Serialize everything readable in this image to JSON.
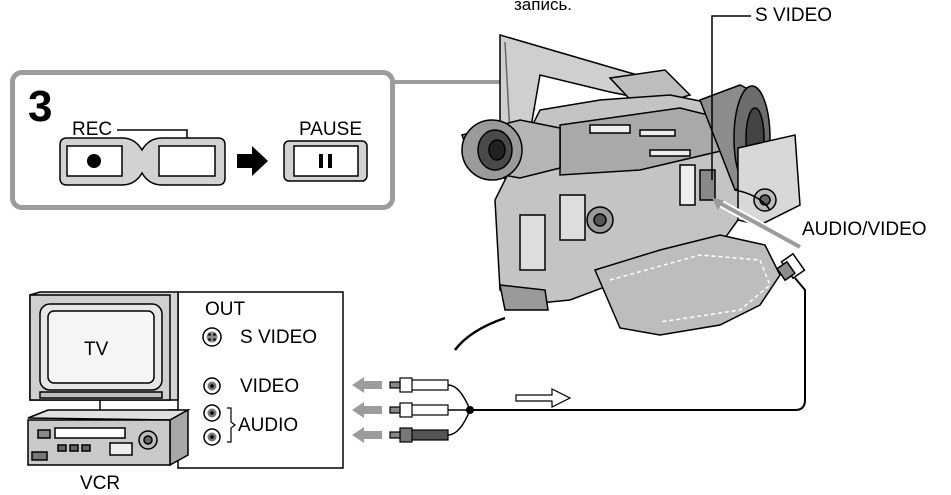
{
  "top_caption": "запись.",
  "step": {
    "number": "3",
    "rec_label": "REC",
    "pause_label": "PAUSE"
  },
  "connectors": {
    "s_video": "S VIDEO",
    "audio_video": "AUDIO/VIDEO"
  },
  "out_panel": {
    "title": "OUT",
    "s_video": "S VIDEO",
    "video": "VIDEO",
    "audio": "AUDIO"
  },
  "tv_label": "TV",
  "vcr_label": "VCR",
  "icons": [
    "record-dot-icon",
    "pause-icon",
    "arrow-right-icon",
    "s-video-jack-icon",
    "rca-jack-icon",
    "signal-flow-arrow-icon"
  ]
}
